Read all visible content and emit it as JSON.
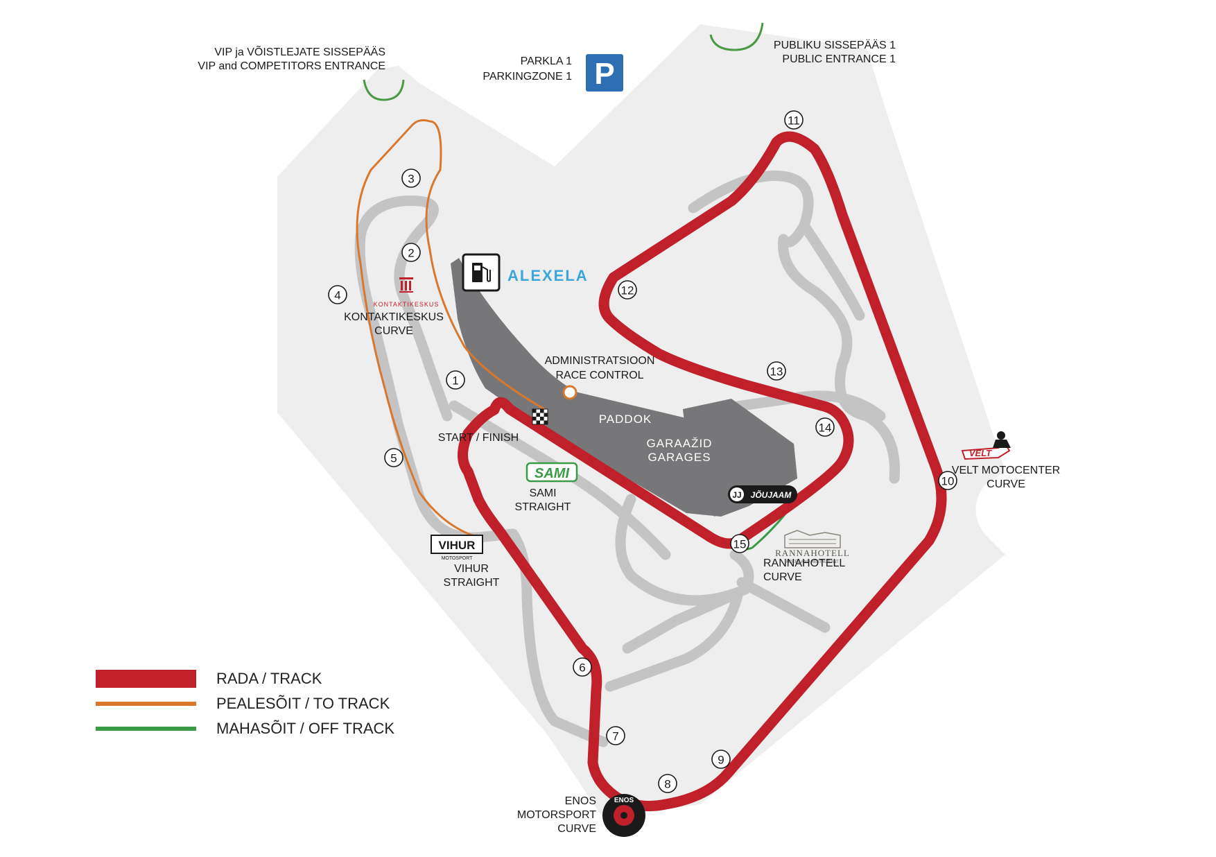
{
  "colors": {
    "area": "#eeeeee",
    "service_road": "#c4c4c4",
    "paddock": "#777779",
    "track": "#c0202a",
    "to_track": "#d9782d",
    "off_track": "#3a9a46",
    "entrance": "#4a9a44",
    "parking": "#2d6fb3",
    "alexela": "#3aa6d9"
  },
  "entrances": {
    "vip_line1": "VIP ja VÕISTLEJATE SISSEPÄÄS",
    "vip_line2": "VIP and COMPETITORS ENTRANCE",
    "public_line1": "PUBLIKU SISSEPÄÄS 1",
    "public_line2": "PUBLIC ENTRANCE 1"
  },
  "parking": {
    "line1": "PARKLA 1",
    "line2": "PARKINGZONE 1",
    "symbol": "P",
    "icon": "parking-icon"
  },
  "sponsors": {
    "alexela": "ALEXELA",
    "fuel_icon": "fuel-pump-icon",
    "kontaktikeskus_logo": "KONTAKTIKESKUS",
    "kontaktikeskus_line1": "KONTAKTIKESKUS",
    "kontaktikeskus_line2": "CURVE",
    "sami_logo": "SAMI",
    "sami_line1": "SAMI",
    "sami_line2": "STRAIGHT",
    "vihur_logo": "VIHUR",
    "vihur_sub": "MOTOSPORT",
    "vihur_line1": "VIHUR",
    "vihur_line2": "STRAIGHT",
    "joujaam_logo": "JÕUJAAM",
    "rannahotell_logo": "RANNAHOTELL",
    "rannahotell_sub": "HOTEL AND RESTAURANT",
    "rannahotell_line1": "RANNAHOTELL",
    "rannahotell_line2": "CURVE",
    "velt_logo": "VELT",
    "velt_line1": "VELT MOTOCENTER",
    "velt_line2": "CURVE",
    "enos_logo": "ENOS",
    "enos_line1": "ENOS",
    "enos_line2": "MOTORSPORT",
    "enos_line3": "CURVE"
  },
  "facilities": {
    "admin_line1": "ADMINISTRATSIOON",
    "admin_line2": "RACE CONTROL",
    "paddock": "PADDOK",
    "garages_line1": "GARAAŽID",
    "garages_line2": "GARAGES",
    "start_finish": "START / FINISH",
    "flag_icon": "checkered-flag-icon"
  },
  "turns": [
    "1",
    "2",
    "3",
    "4",
    "5",
    "6",
    "7",
    "8",
    "9",
    "10",
    "11",
    "12",
    "13",
    "14",
    "15"
  ],
  "legend": {
    "track": "RADA / TRACK",
    "to_track": "PEALESÕIT / TO TRACK",
    "off_track": "MAHASÕIT / OFF TRACK"
  }
}
